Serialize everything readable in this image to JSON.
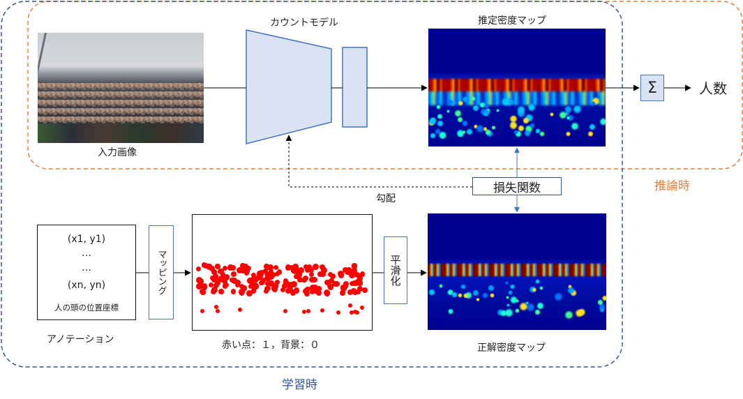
{
  "regions": {
    "inference_label": "推論時",
    "training_label": "学習時"
  },
  "nodes": {
    "input_image_label": "入力画像",
    "count_model_label": "カウントモデル",
    "estimated_map_label": "推定密度マップ",
    "sum_symbol": "Σ",
    "output_label": "人数",
    "loss_label": "損失関数",
    "gradient_label": "勾配",
    "annotation_label": "アノテーション",
    "mapping_label": "マッピング",
    "dot_map_caption": "赤い点：１，背景：０",
    "smoothing_label": "平滑化",
    "gt_map_label": "正解密度マップ"
  },
  "annotation_box": {
    "lines": [
      "(x1, y1)",
      "…",
      "…",
      "(xn, yn)"
    ],
    "caption": "人の頭の位置座標"
  },
  "colors": {
    "inference_border": "#ed7d31",
    "training_border": "#2f5597",
    "model_fill": "#dae3f3",
    "model_stroke": "#4472c4",
    "dot_color": "#ff0000",
    "heatmap_base": "#00008f"
  }
}
